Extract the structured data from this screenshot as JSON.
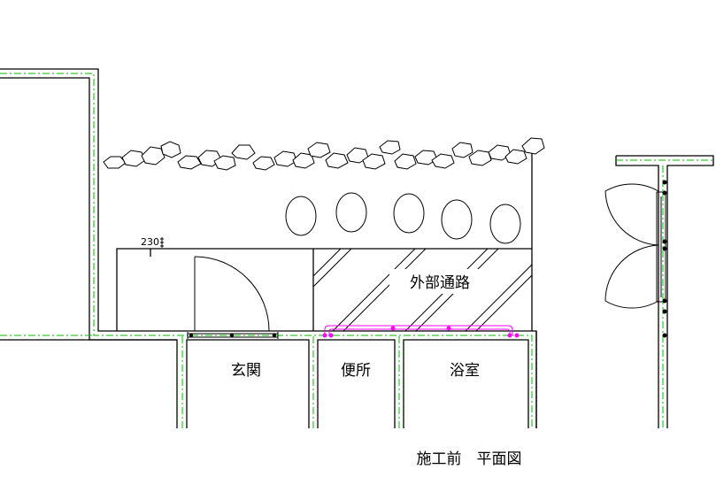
{
  "caption": "施工前　平面図",
  "labels": {
    "outdoor_path": "外部通路",
    "entrance": "玄関",
    "toilet": "便所",
    "bath": "浴室"
  },
  "dimension": "230",
  "colors": {
    "wall": "#000000",
    "wall_center": "#00bb00",
    "pipe": "#ff00ff"
  }
}
